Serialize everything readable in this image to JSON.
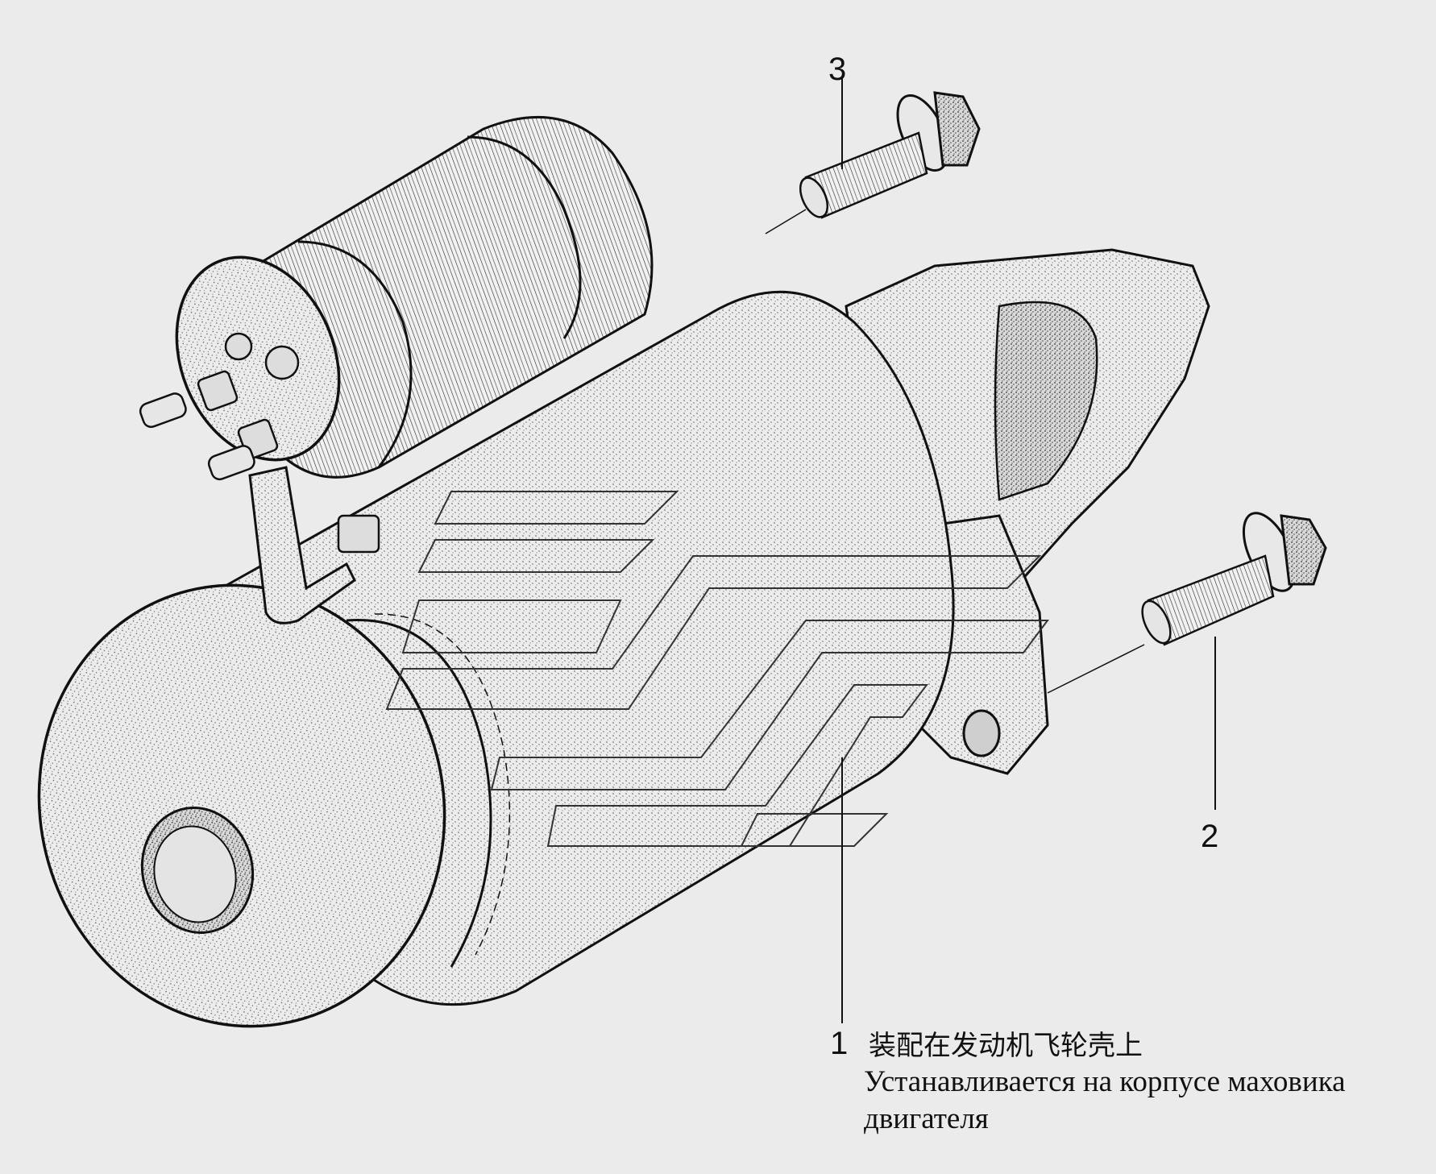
{
  "callouts": {
    "part1": "1",
    "part2": "2",
    "part3": "3"
  },
  "caption": {
    "zh": "装配在发动机飞轮壳上",
    "ru": "Устанавливается на корпусе маховика двигателя"
  },
  "colors": {
    "background": "#ebebeb",
    "ink": "#111111"
  },
  "icons": {
    "main": "starter-motor-illustration",
    "fastener": "flange-bolt-illustration"
  }
}
